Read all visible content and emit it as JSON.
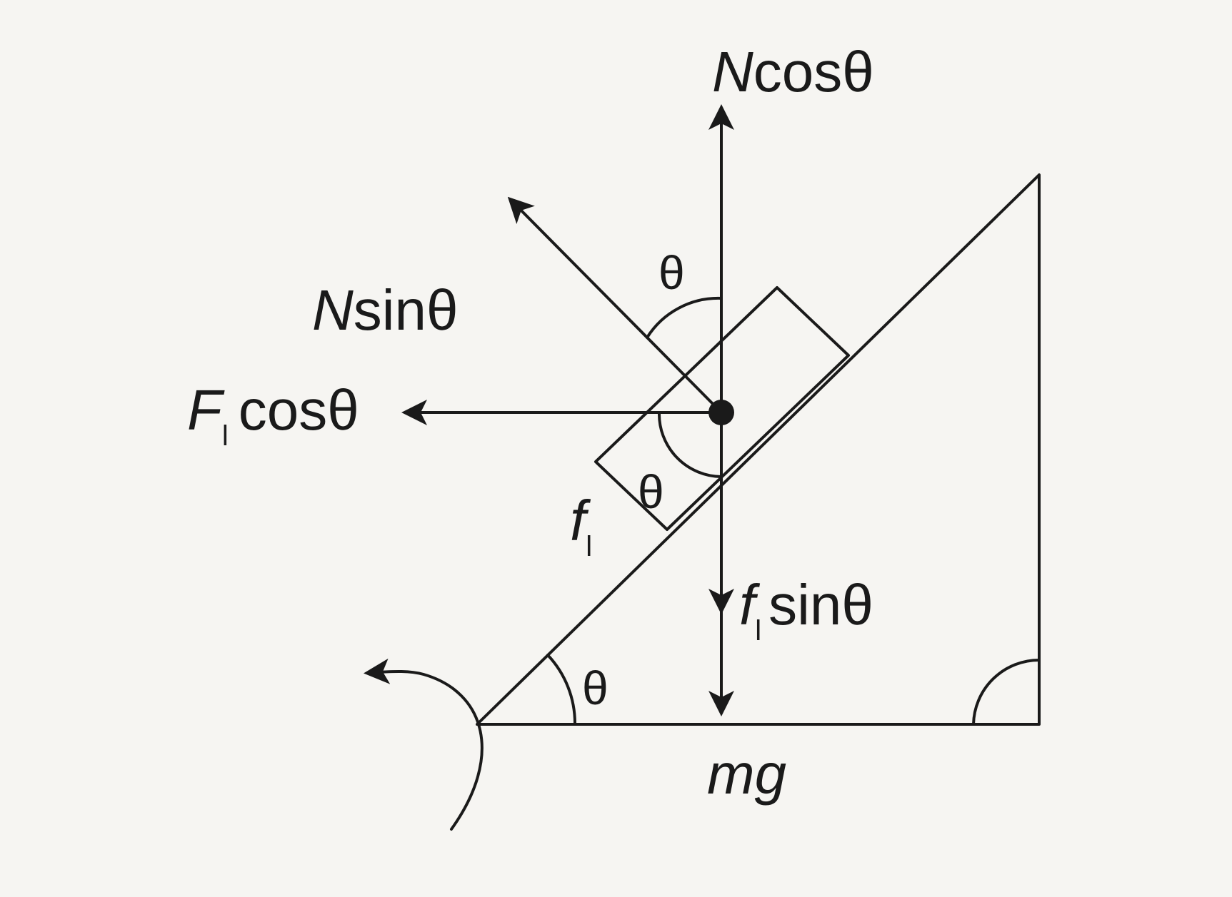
{
  "colors": {
    "ink": "#1a1a1a",
    "paper": "#f6f5f2"
  },
  "labels": {
    "n_cos_N": "N",
    "n_cos_rest": "cosθ",
    "n_sin_N": "N",
    "n_sin_rest": "sinθ",
    "theta_top": "θ",
    "f_cos_F": "F",
    "f_cos_sub": "l",
    "f_cos_rest": "cosθ",
    "theta_block": "θ",
    "f_l_f": "f",
    "f_l_sub": "l",
    "f_sin_f": "f",
    "f_sin_sub": "l",
    "f_sin_rest": "sinθ",
    "theta_base": "θ",
    "mg": "mg"
  }
}
